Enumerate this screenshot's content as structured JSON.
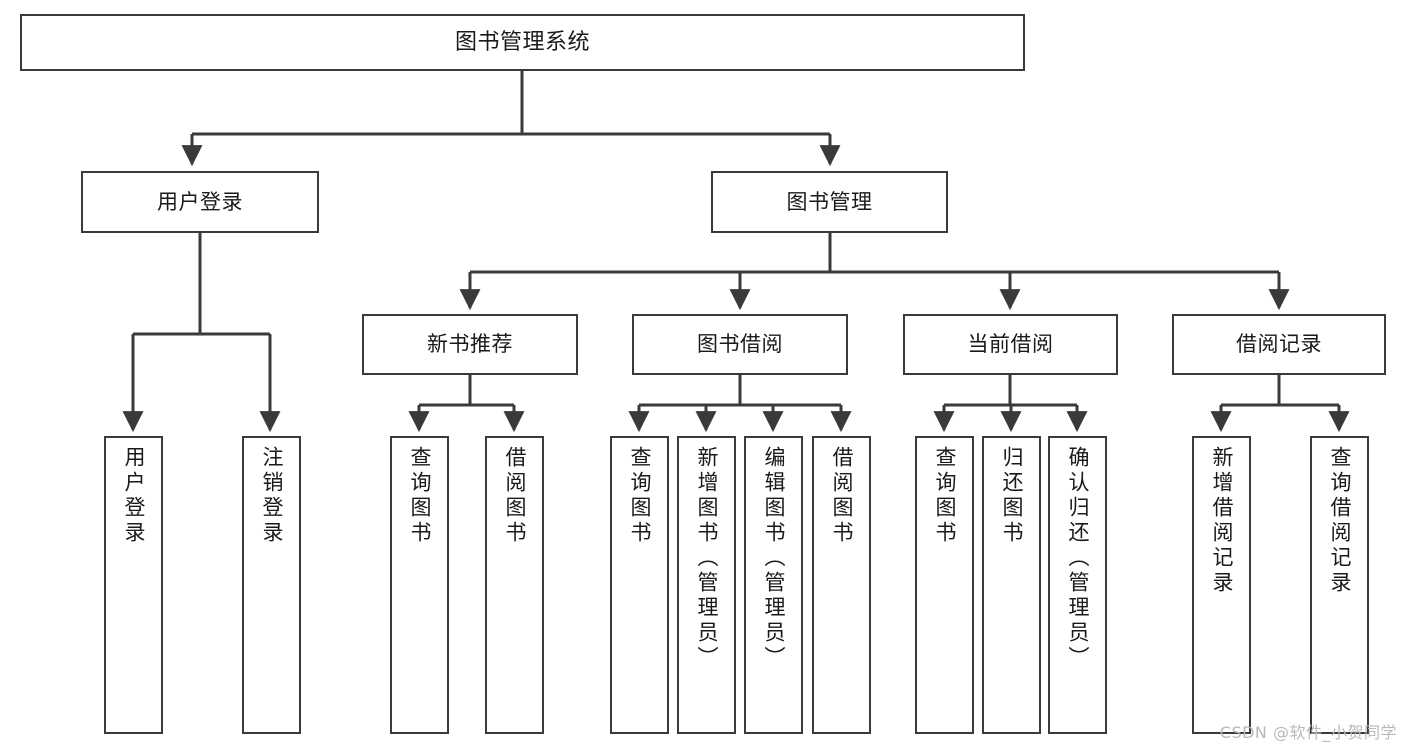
{
  "diagram": {
    "title": "图书管理系统",
    "watermark": "CSDN @软件_小贺同学",
    "line_color": "#3a3a3a",
    "box_fill": "#ffffff",
    "text_color": "#1a1a1a",
    "watermark_color": "#b9b9b9",
    "root": {
      "label": "图书管理系统"
    },
    "level1": [
      {
        "label": "用户登录"
      },
      {
        "label": "图书管理"
      }
    ],
    "level2": [
      {
        "label": "新书推荐"
      },
      {
        "label": "图书借阅"
      },
      {
        "label": "当前借阅"
      },
      {
        "label": "借阅记录"
      }
    ],
    "leaves": {
      "user_login": [
        {
          "label": "用户登录"
        },
        {
          "label": "注销登录"
        }
      ],
      "new_book_recommend": [
        {
          "label": "查询图书"
        },
        {
          "label": "借阅图书"
        }
      ],
      "book_borrow": [
        {
          "label": "查询图书"
        },
        {
          "label": "新增图书（管理员）"
        },
        {
          "label": "编辑图书（管理员）"
        },
        {
          "label": "借阅图书"
        }
      ],
      "current_borrow": [
        {
          "label": "查询图书"
        },
        {
          "label": "归还图书"
        },
        {
          "label": "确认归还（管理员）"
        }
      ],
      "borrow_record": [
        {
          "label": "新增借阅记录"
        },
        {
          "label": "查询借阅记录"
        }
      ]
    }
  }
}
